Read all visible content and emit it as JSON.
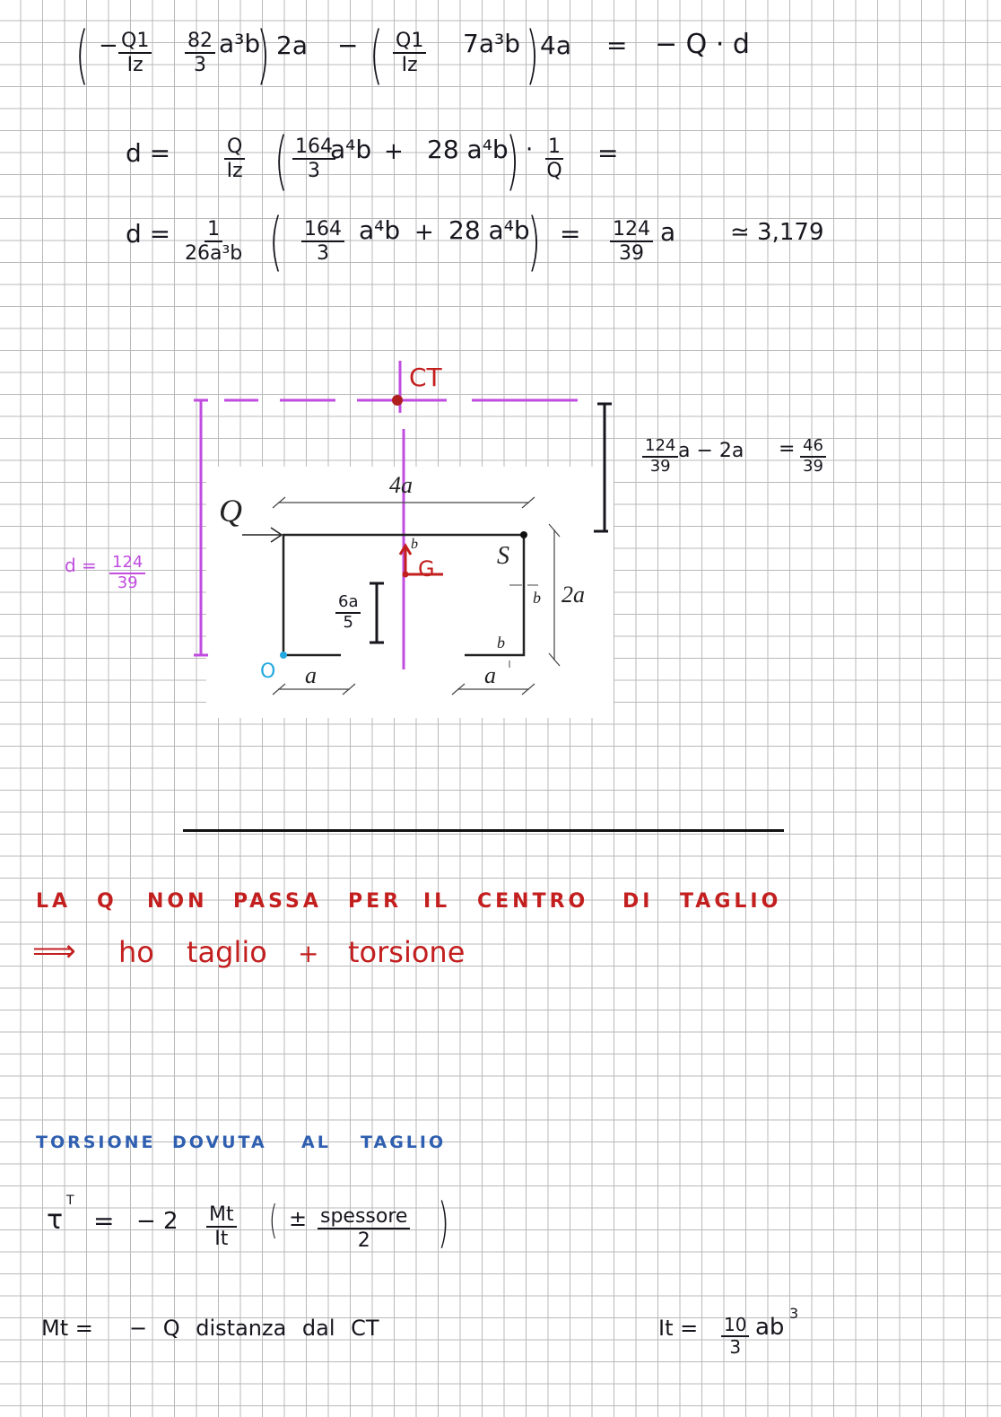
{
  "equation1": {
    "open": "(",
    "minus": "−",
    "frac1_num": "Q1",
    "frac1_den": "Iz",
    "frac2_num": "82",
    "frac2_den": "3",
    "term1": "a³b",
    "close1": ")",
    "times1": "2a",
    "minus2": "−",
    "frac3_num": "Q1",
    "frac3_den": "Iz",
    "term2": "7a³b",
    "close2": ")",
    "times2": "4a",
    "equals": "=",
    "rhs": "− Q · d"
  },
  "equation2": {
    "lhs": "d =",
    "frac_num": "Q",
    "frac_den": "Iz",
    "frac2_num": "164",
    "frac2_den": "3",
    "term1": "a⁴b",
    "plus": "+",
    "term2": "28 a⁴b",
    "dot": "·",
    "frac3_num": "1",
    "frac3_den": "Q",
    "equals": "="
  },
  "equation3": {
    "lhs": "d =",
    "frac_num": "1",
    "frac_den": "26a³b",
    "frac2_num": "164",
    "frac2_den": "3",
    "term1": "a⁴b",
    "plus": "+",
    "term2": "28 a⁴b",
    "equals": "=",
    "res_num": "124",
    "res_den": "39",
    "res_var": "a",
    "approx": "≃ 3,179"
  },
  "figure": {
    "ct_label": "CT",
    "q_label": "Q",
    "width_label": "4a",
    "s_label": "S",
    "g_label": "G",
    "b_label_top": "b",
    "b_label_right": "b",
    "b_label_bottom": "b",
    "height_label": "2a",
    "a_left": "a",
    "a_right": "a",
    "o_label": "O",
    "offset_num": "6a",
    "offset_den": "5",
    "d_label": "d =",
    "d_num": "124",
    "d_den": "39",
    "diff_num1": "124",
    "diff_den1": "39",
    "diff_mid": "a − 2a",
    "diff_eq": "=",
    "diff_num2": "46",
    "diff_den2": "39"
  },
  "red_text": {
    "line1": [
      "LA",
      "Q",
      "NON",
      "PASSA",
      "PER",
      "IL",
      "CENTRO",
      "DI",
      "TAGLIO"
    ],
    "arrow": "⟹",
    "line2": [
      "ho",
      "taglio",
      "+",
      "torsione"
    ]
  },
  "blue_heading": [
    "TORSIONE",
    "DOVUTA",
    "AL",
    "TAGLIO"
  ],
  "equation4": {
    "lhs": "τ",
    "sup": "T",
    "equals": "=",
    "coef": "− 2",
    "frac_num": "Mt",
    "frac_den": "It",
    "paren_open": "(",
    "pm": "±",
    "frac2_num": "spessore",
    "frac2_den": "2",
    "paren_close": ")"
  },
  "equation5": {
    "lhs": "Mt =",
    "rhs": "− Q distanza  dal   CT"
  },
  "equation6": {
    "lhs": "It =",
    "frac_num": "10",
    "frac_den": "3",
    "term": "ab",
    "sup": "3"
  },
  "colors": {
    "ink": "#16161e",
    "red": "#c31f1f",
    "blue": "#2f5fb0",
    "magenta": "#c04de0",
    "grid": "#b9b9b9"
  }
}
